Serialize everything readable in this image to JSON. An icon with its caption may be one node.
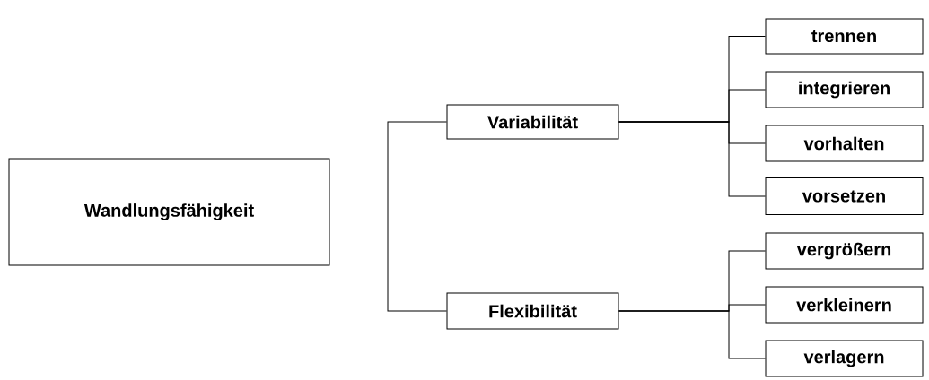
{
  "diagram": {
    "nodes": [
      {
        "text": [
          "Wandlungsfähigkeit"
        ]
      },
      {
        "text": [
          "Variabilität"
        ]
      },
      {
        "text": [
          "Flexibilität"
        ]
      },
      {
        "text": [
          "trennen"
        ]
      },
      {
        "text": [
          "integrieren"
        ]
      },
      {
        "text": [
          "vorhalten"
        ]
      },
      {
        "text": [
          "vorsetzen"
        ]
      },
      {
        "text": [
          "vergrößern"
        ]
      },
      {
        "text": [
          "verkleinern"
        ]
      },
      {
        "text": [
          "verlagern"
        ]
      }
    ],
    "edges": [
      {
        "from": 0,
        "to": 1,
        "arrow": "none"
      },
      {
        "from": 0,
        "to": 2,
        "arrow": "none"
      },
      {
        "from": 1,
        "to": 3,
        "arrow": "none"
      },
      {
        "from": 1,
        "to": 4,
        "arrow": "none"
      },
      {
        "from": 1,
        "to": 5,
        "arrow": "none"
      },
      {
        "from": 1,
        "to": 6,
        "arrow": "none"
      },
      {
        "from": 2,
        "to": 7,
        "arrow": "none"
      },
      {
        "from": 2,
        "to": 8,
        "arrow": "none"
      },
      {
        "from": 2,
        "to": 9,
        "arrow": "none"
      }
    ]
  }
}
